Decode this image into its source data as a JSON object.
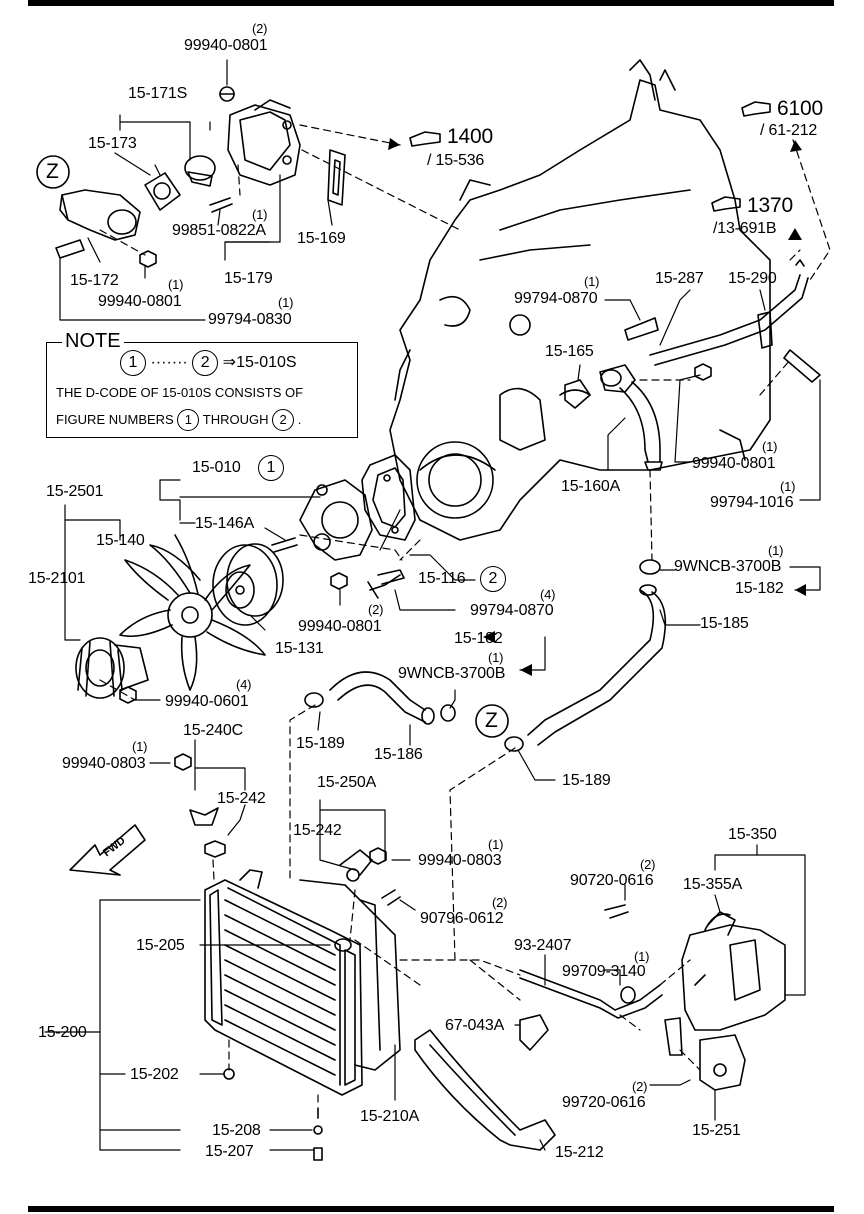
{
  "labels": {
    "p1": "99940-0801",
    "p1q": "(2)",
    "p2": "15-171S",
    "p3": "15-173",
    "p4": "1400",
    "p4b": "/ 15-536",
    "p5": "6100",
    "p5b": "/ 61-212",
    "p6": "1370",
    "p6b": "/13-691B",
    "p7": "99851-0822A",
    "p7q": "(1)",
    "p8": "15-169",
    "p9": "15-172",
    "p10": "15-179",
    "p11": "99940-0801",
    "p11q": "(1)",
    "p12": "99794-0830",
    "p12q": "(1)",
    "p13": "99794-0870",
    "p13q": "(1)",
    "p14": "15-287",
    "p15": "15-290",
    "p16": "15-165",
    "p17": "15-160A",
    "p18": "99940-0801",
    "p18q": "(1)",
    "p19": "99794-1016",
    "p19q": "(1)",
    "p20": "15-010",
    "p21": "15-2501",
    "p22": "15-140",
    "p23": "15-146A",
    "p24": "15-2101",
    "p25": "15-116",
    "p26": "9WNCB-3700B",
    "p26q": "(1)",
    "p27": "15-182",
    "p28": "99794-0870",
    "p28q": "(4)",
    "p29": "99940-0801",
    "p29q": "(2)",
    "p30": "15-131",
    "p31": "15-185",
    "p32": "15-182",
    "p33": "9WNCB-3700B",
    "p33q": "(1)",
    "p34": "99940-0601",
    "p34q": "(4)",
    "p35": "15-189",
    "p36": "15-186",
    "p37": "15-189",
    "p38": "15-240C",
    "p39": "99940-0803",
    "p39q": "(1)",
    "p40": "15-242",
    "p41": "15-250A",
    "p42": "15-242",
    "p43": "99940-0803",
    "p43q": "(1)",
    "p44": "15-350",
    "p45": "90720-0616",
    "p45q": "(2)",
    "p46": "15-355A",
    "p47": "90796-0612",
    "p47q": "(2)",
    "p48": "15-205",
    "p49": "93-2407",
    "p50": "99709-3140",
    "p50q": "(1)",
    "p51": "67-043A",
    "p52": "15-200",
    "p53": "15-202",
    "p54": "99720-0616",
    "p54q": "(2)",
    "p55": "15-251",
    "p56": "15-210A",
    "p57": "15-208",
    "p58": "15-212",
    "p59": "15-207"
  },
  "markers": {
    "z": "Z",
    "c1": "1",
    "c2": "2"
  },
  "note": {
    "title": "NOTE",
    "arrow_text": "⇒15-010S",
    "line2": "THE D-CODE OF  15-010S  CONSISTS OF",
    "line3a": "FIGURE NUMBERS",
    "line3b": "THROUGH",
    "line3end": "."
  },
  "icons": {
    "ref": "pointing-hand-icon",
    "fwd": "fwd-arrow-icon"
  },
  "fwd": "FWD"
}
